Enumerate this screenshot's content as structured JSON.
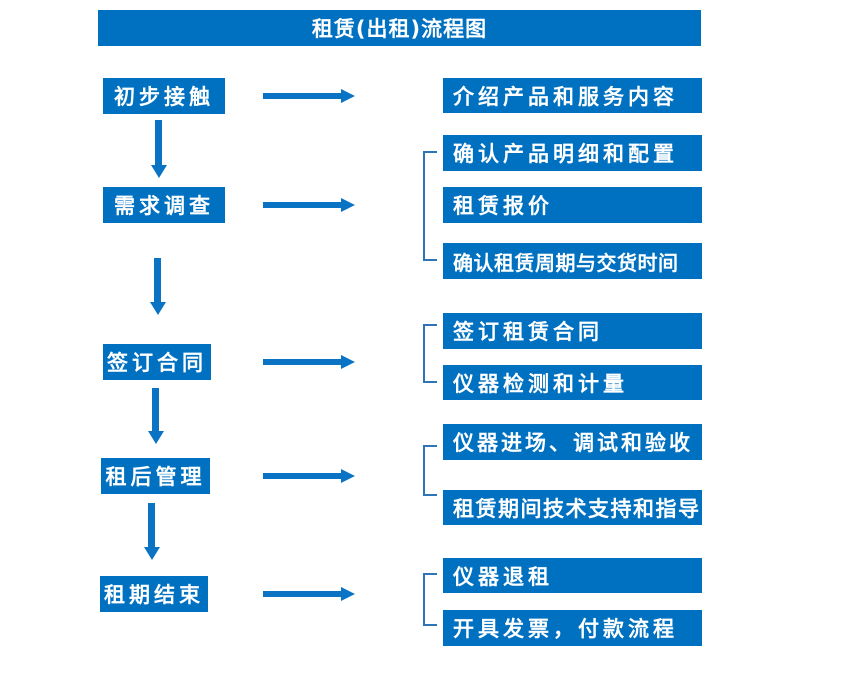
{
  "title": "租赁(出租)流程图",
  "colors": {
    "primary": "#0070C0",
    "arrow": "#0B73C4",
    "bracket": "#2E75B6",
    "text": "#FFFFFF",
    "background": "#FFFFFF"
  },
  "steps": [
    {
      "label": "初步接触",
      "details": [
        "介绍产品和服务内容"
      ]
    },
    {
      "label": "需求调查",
      "details": [
        "确认产品明细和配置",
        "租赁报价",
        "确认租赁周期与交货时间"
      ]
    },
    {
      "label": "签订合同",
      "details": [
        "签订租赁合同",
        "仪器检测和计量"
      ]
    },
    {
      "label": "租后管理",
      "details": [
        "仪器进场、调试和验收",
        "租赁期间技术支持和指导"
      ]
    },
    {
      "label": "租期结束",
      "details": [
        "仪器退租",
        "开具发票，付款流程"
      ]
    }
  ]
}
